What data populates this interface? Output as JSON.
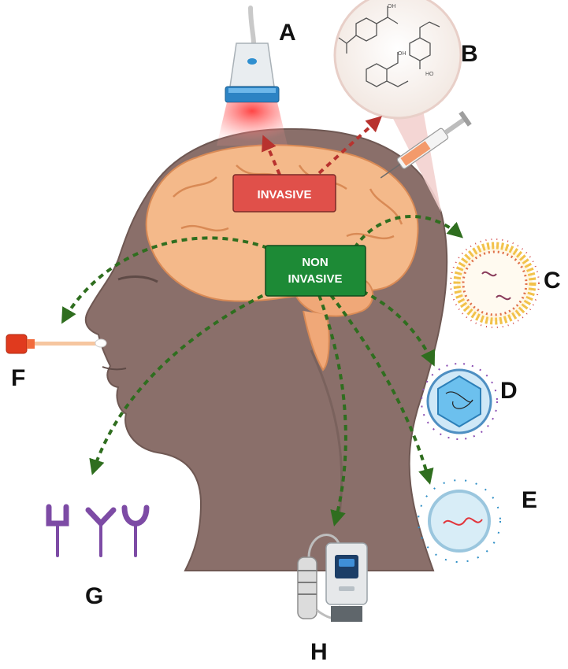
{
  "labels": {
    "invasive": "INVASIVE",
    "non_invasive_line1": "NON",
    "non_invasive_line2": "INVASIVE"
  },
  "panels": {
    "a": "A",
    "b": "B",
    "c": "C",
    "d": "D",
    "e": "E",
    "f": "F",
    "g": "G",
    "h": "H"
  },
  "colors": {
    "invasive_box": "#e0504a",
    "non_invasive_box": "#1d8a36",
    "invasive_arrow": "#b8322e",
    "non_invasive_arrow": "#2f6e1f",
    "head_skin": "#8a6f6a",
    "brain": "#f4b98a"
  }
}
